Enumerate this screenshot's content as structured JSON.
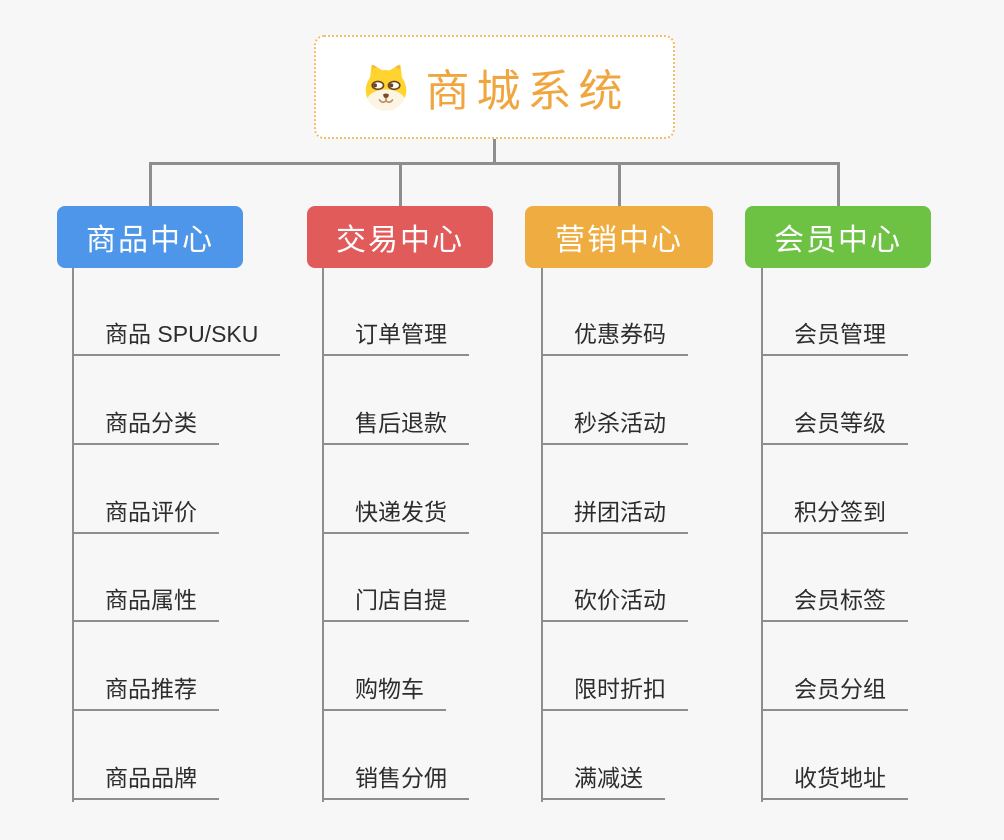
{
  "root": {
    "title": "商城系统",
    "title_color": "#f0a63f",
    "border_color": "#f3bd6b",
    "icon": "dog-icon"
  },
  "connector_color": "#8e8e8e",
  "branches": [
    {
      "label": "商品中心",
      "color": "#4d96e9",
      "items": [
        "商品 SPU/SKU",
        "商品分类",
        "商品评价",
        "商品属性",
        "商品推荐",
        "商品品牌"
      ]
    },
    {
      "label": "交易中心",
      "color": "#e25b5b",
      "items": [
        "订单管理",
        "售后退款",
        "快递发货",
        "门店自提",
        "购物车",
        "销售分佣"
      ]
    },
    {
      "label": "营销中心",
      "color": "#efad41",
      "items": [
        "优惠券码",
        "秒杀活动",
        "拼团活动",
        "砍价活动",
        "限时折扣",
        "满减送"
      ]
    },
    {
      "label": "会员中心",
      "color": "#6dc244",
      "items": [
        "会员管理",
        "会员等级",
        "积分签到",
        "会员标签",
        "会员分组",
        "收货地址"
      ]
    }
  ]
}
